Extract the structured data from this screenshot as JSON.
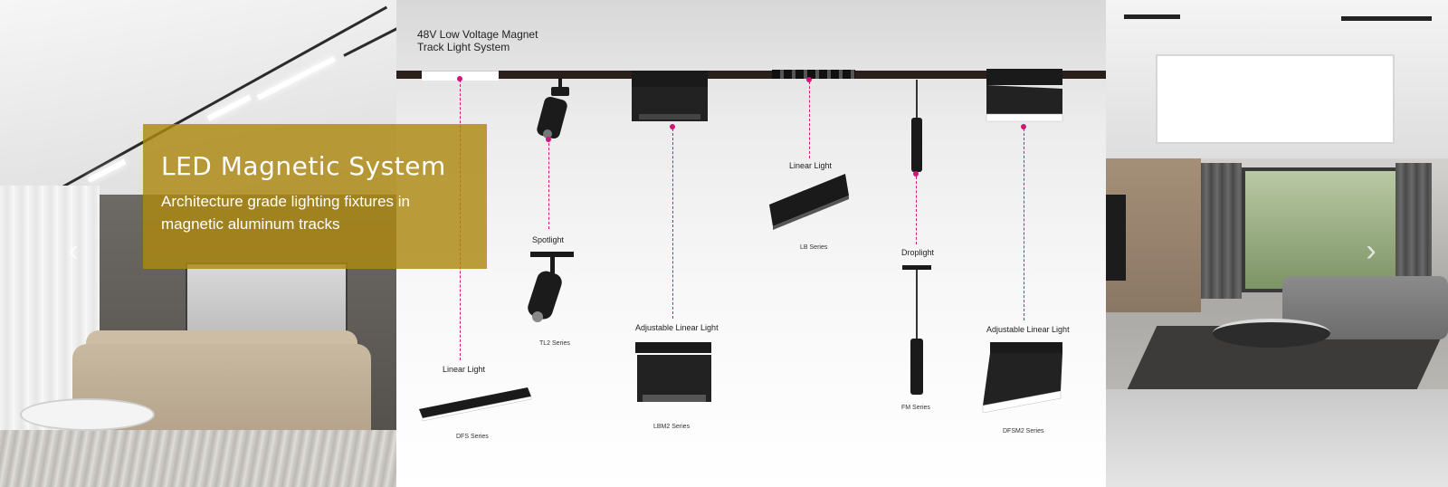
{
  "slide": {
    "title": "LED Magnetic System",
    "subtitle": "Architecture grade lighting fixtures in magnetic aluminum tracks"
  },
  "diagram": {
    "title": "48V Low Voltage Magnet\nTrack Light System",
    "fixtures": [
      {
        "label": "Linear Light",
        "series": "DFS Series"
      },
      {
        "label": "Spotlight",
        "series": "TL2 Series"
      },
      {
        "label": "Adjustable Linear Light",
        "series": "LBM2 Series"
      },
      {
        "label": "Linear Light",
        "series": "LB Series"
      },
      {
        "label": "Droplight",
        "series": "FM Series"
      },
      {
        "label": "Adjustable Linear Light",
        "series": "DFSM2 Series"
      }
    ]
  },
  "controls": {
    "prev_icon": "chevron-left-icon",
    "next_icon": "chevron-right-icon",
    "prev_glyph": "‹",
    "next_glyph": "›"
  },
  "colors": {
    "caption_bg": "#ac8710",
    "guide_line": "#d4147b",
    "track": "#2a1f1a"
  }
}
